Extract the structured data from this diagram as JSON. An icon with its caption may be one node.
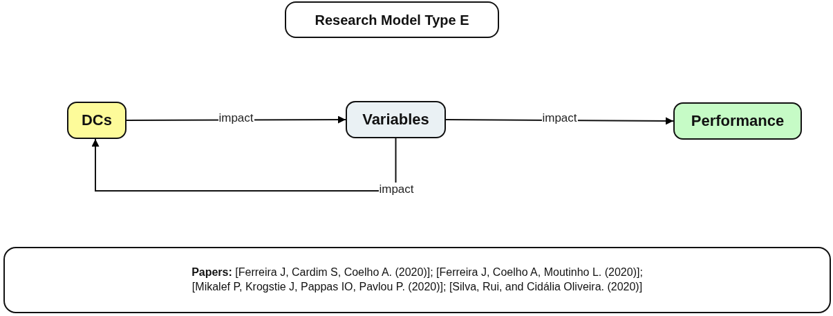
{
  "diagram": {
    "nodes": [
      {
        "text": [
          "Research Model Type E"
        ]
      },
      {
        "text": [
          "DCs"
        ]
      },
      {
        "text": [
          "Variables"
        ]
      },
      {
        "text": [
          "Performance"
        ]
      },
      {
        "text": [
          "**Papers:** [Ferreira J, Cardim S, Coelho A. (2020)]; [Ferreira J, Coelho A, Moutinho L. (2020)]; [Mikalef P, Krogstie J, Pappas IO, Pavlou P. (2020)]; [Silva, Rui, and Cidália Oliveira. (2020)]"
        ]
      }
    ],
    "edges": [
      {
        "from": 1,
        "to": 2,
        "arrow": "to",
        "label": "impact"
      },
      {
        "from": 2,
        "to": 3,
        "arrow": "to",
        "label": "impact"
      },
      {
        "from": 2,
        "to": 1,
        "arrow": "to",
        "label": "impact"
      }
    ]
  }
}
